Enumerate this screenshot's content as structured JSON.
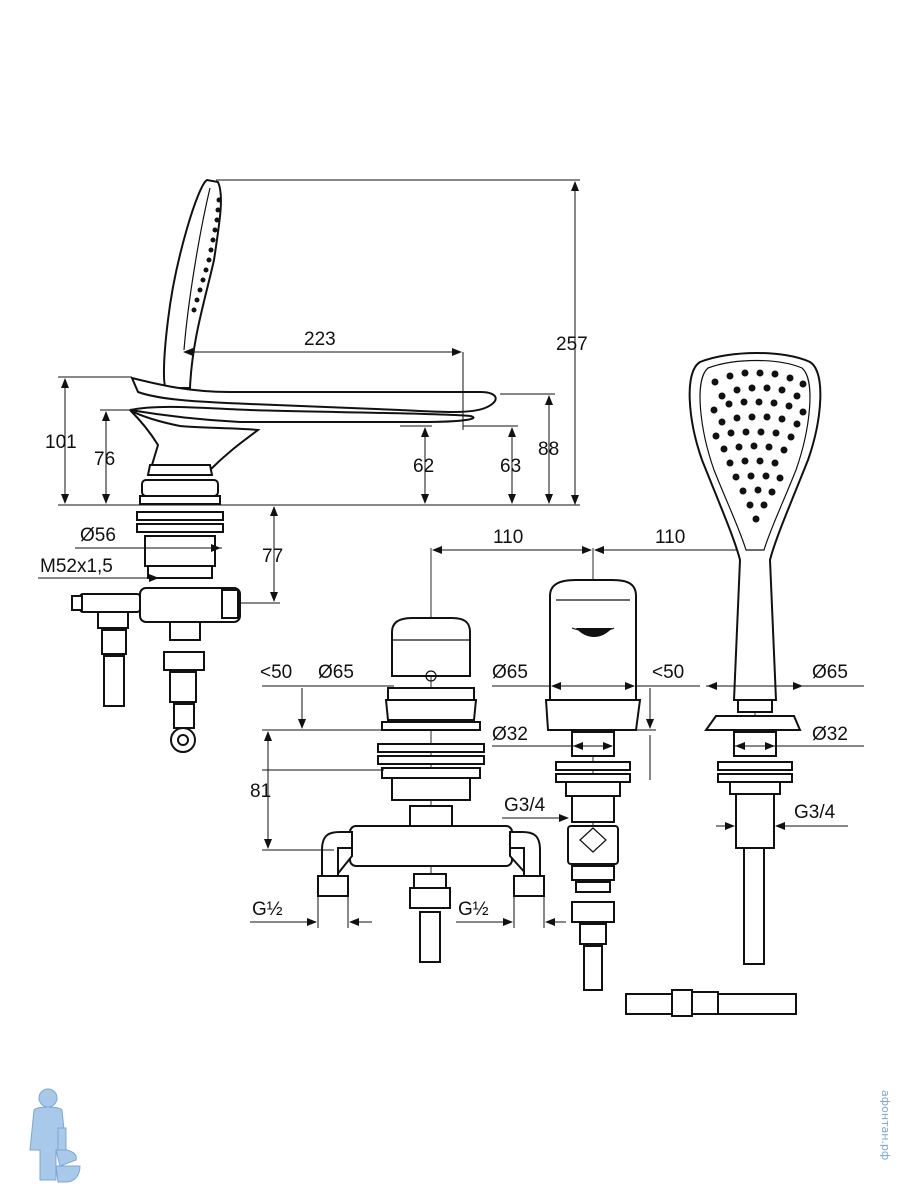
{
  "dimensions": {
    "height_total": "257",
    "spout_reach": "223",
    "spout_height": "101",
    "lever_height": "76",
    "outlet_62": "62",
    "outlet_63": "63",
    "body_88": "88",
    "diameter_56": "Ø56",
    "thread_m52": "M52x1,5",
    "below_deck_77": "77",
    "spacing_left": "110",
    "spacing_right": "110",
    "thickness_left": "<50",
    "thickness_right": "<50",
    "diameter_65_a": "Ø65",
    "diameter_65_b": "Ø65",
    "diameter_65_c": "Ø65",
    "diameter_32_a": "Ø32",
    "diameter_32_b": "Ø32",
    "below_deck_81": "81",
    "thread_g34_a": "G3/4",
    "thread_g34_b": "G3/4",
    "thread_g12_a": "G½",
    "thread_g12_b": "G½"
  },
  "watermark": {
    "text": "афонтан.рф",
    "icon": "plumber-mascot-icon",
    "color": "#7aa7d4"
  }
}
